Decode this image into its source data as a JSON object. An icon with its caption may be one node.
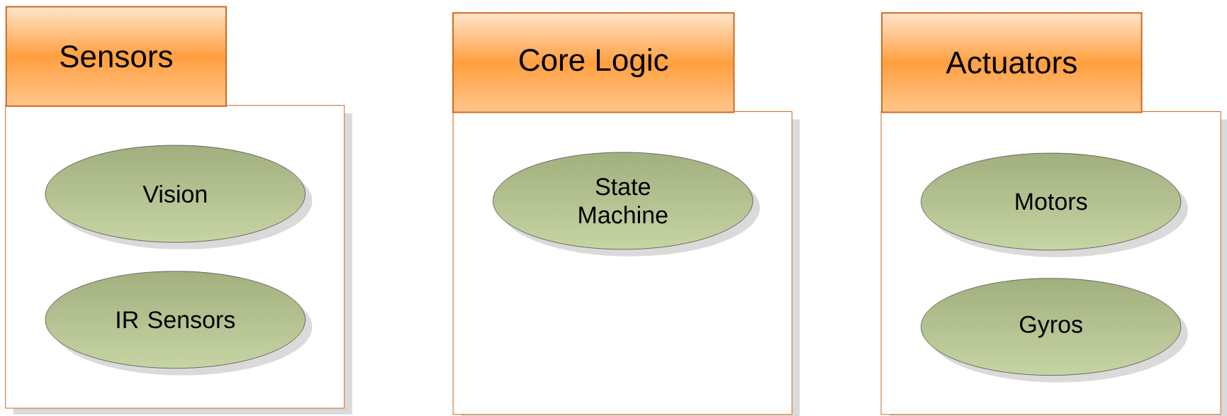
{
  "diagram": {
    "nodes": [
      {
        "text": [
          "Sensors"
        ]
      },
      {
        "text": [
          "Vision"
        ],
        "in": 0
      },
      {
        "text": [
          "IR Sensors"
        ],
        "in": 0
      },
      {
        "text": [
          "Core Logic"
        ]
      },
      {
        "text": [
          "State Machine"
        ],
        "in": 3
      },
      {
        "text": [
          "Actuators"
        ]
      },
      {
        "text": [
          "Motors"
        ],
        "in": 5
      },
      {
        "text": [
          "Gyros"
        ],
        "in": 5
      }
    ]
  }
}
